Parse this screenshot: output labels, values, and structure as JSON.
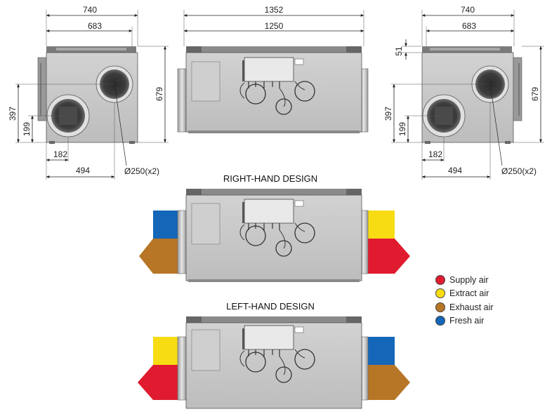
{
  "left_view": {
    "dim_total_width": "740",
    "dim_inner_width": "683",
    "dim_height": "679",
    "dim_397": "397",
    "dim_199": "199",
    "dim_182": "182",
    "dim_494": "494",
    "duct_diameter": "Ø250(x2)"
  },
  "front_view": {
    "dim_total_width": "1352",
    "dim_inner_width": "1250"
  },
  "right_view": {
    "dim_total_width": "740",
    "dim_inner_width": "683",
    "dim_51": "51",
    "dim_height": "679",
    "dim_397": "397",
    "dim_199": "199",
    "dim_182": "182",
    "dim_494": "494",
    "duct_diameter": "Ø250(x2)"
  },
  "right_hand_design": {
    "title": "RIGHT-HAND DESIGN",
    "ports": {
      "left_top": "fresh",
      "left_bottom": "exhaust",
      "right_top": "extract",
      "right_bottom": "supply"
    }
  },
  "left_hand_design": {
    "title": "LEFT-HAND DESIGN",
    "ports": {
      "left_top": "extract",
      "left_bottom": "supply",
      "right_top": "fresh",
      "right_bottom": "exhaust"
    }
  },
  "legend": [
    {
      "key": "supply",
      "label": "Supply air",
      "color": "#e01b2f"
    },
    {
      "key": "extract",
      "label": "Extract air",
      "color": "#f7dc14"
    },
    {
      "key": "exhaust",
      "label": "Exhaust air",
      "color": "#b77626"
    },
    {
      "key": "fresh",
      "label": "Fresh air",
      "color": "#1466b8"
    }
  ]
}
